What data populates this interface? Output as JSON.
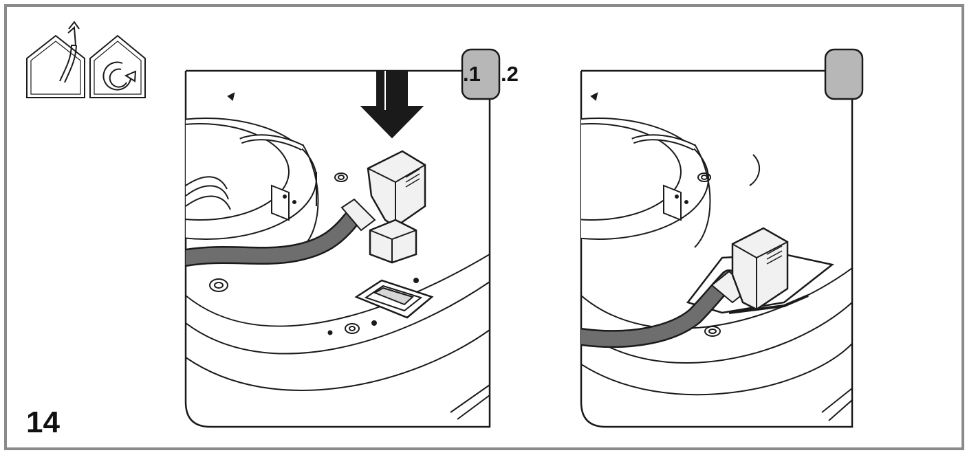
{
  "figure": {
    "number": "14"
  },
  "step_tabs": [
    {
      "part1": ".1",
      "part2": ".2"
    },
    {
      "part1": "",
      "part2": ""
    }
  ],
  "icons": [
    "ducted-exhaust-mode-icon",
    "recirculation-mode-icon"
  ],
  "colors": {
    "frame": "#8a8a8a",
    "line": "#1a1a1a",
    "tab_fill": "#b7b7b7",
    "cable": "#6e6e6e",
    "plug": "#f1f1f1"
  }
}
